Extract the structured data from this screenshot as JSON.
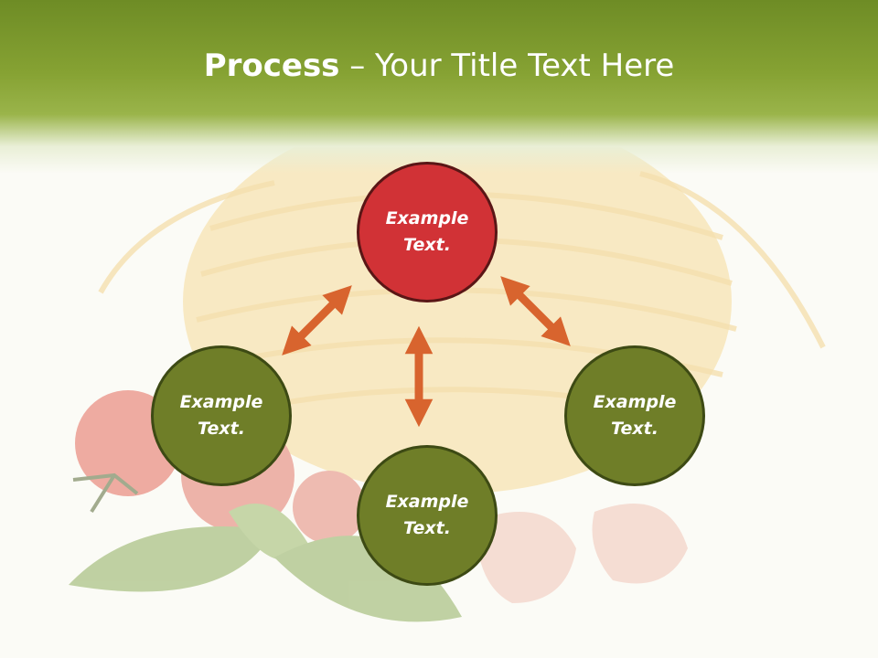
{
  "title": {
    "bold": "Process",
    "rest": " – Your Title Text Here"
  },
  "nodes": [
    {
      "label": "Example Text.",
      "line1": "Example",
      "line2": "Text.",
      "color": "#d13236"
    },
    {
      "label": "Example Text.",
      "line1": "Example",
      "line2": "Text.",
      "color": "#6f7e28"
    },
    {
      "label": "Example Text.",
      "line1": "Example",
      "line2": "Text.",
      "color": "#6f7e28"
    },
    {
      "label": "Example Text.",
      "line1": "Example",
      "line2": "Text.",
      "color": "#6f7e28"
    }
  ],
  "colors": {
    "header": "#86a233",
    "arrow": "#d8642e",
    "green_node": "#6f7e28",
    "red_node": "#d13236"
  }
}
